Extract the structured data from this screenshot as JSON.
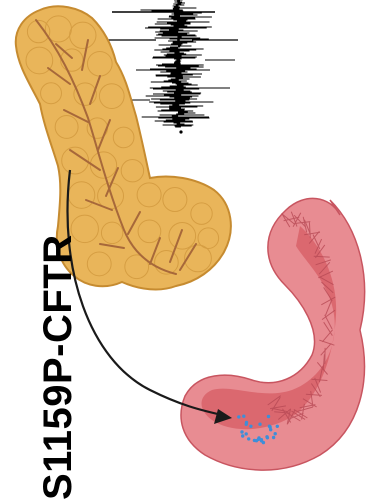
{
  "figure": {
    "label": "S1159P-CFTR",
    "organs": [
      "pancreas",
      "duodenum"
    ],
    "colors": {
      "pancreas_fill": "#E9B55A",
      "pancreas_shade": "#D39A3C",
      "duct": "#A7683A",
      "intestine_fill": "#E88C92",
      "intestine_inner": "#D9646C",
      "intestine_fold": "#C85560",
      "particles": "#3F8ED8",
      "trace": "#000000",
      "arrow": "#1a1a1a"
    },
    "icons": {
      "pancreas": "pancreas-illustration",
      "intestine": "duodenum-illustration",
      "trace": "current-trace-graph",
      "arrow": "secretion-arrow"
    }
  }
}
